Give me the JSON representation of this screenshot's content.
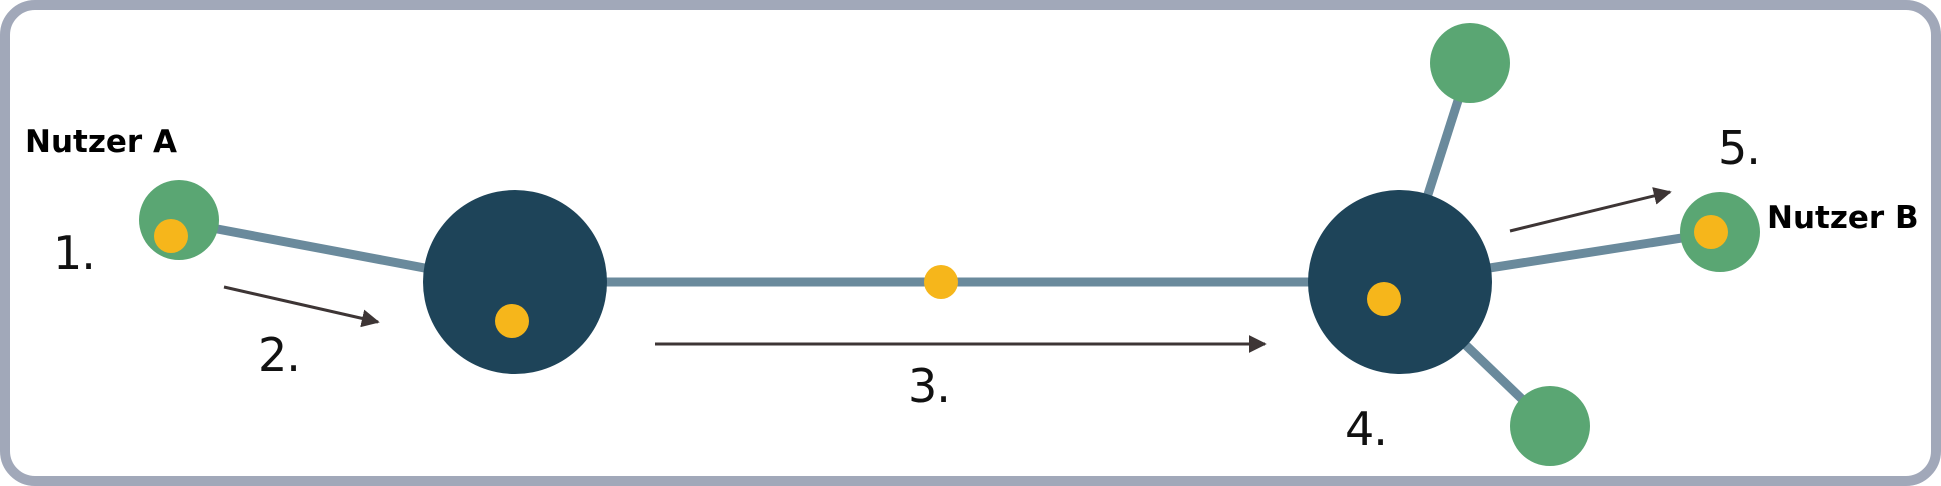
{
  "users": {
    "a": "Nutzer A",
    "b": "Nutzer B"
  },
  "steps": [
    "1.",
    "2.",
    "3.",
    "4.",
    "5."
  ],
  "colors": {
    "frame": "#a1a8b9",
    "link": "#6a8a9c",
    "hub": "#1e4459",
    "peer": "#5aa673",
    "packet": "#f6b61b",
    "arrow": "#3d3535",
    "background": "#ffffff"
  }
}
